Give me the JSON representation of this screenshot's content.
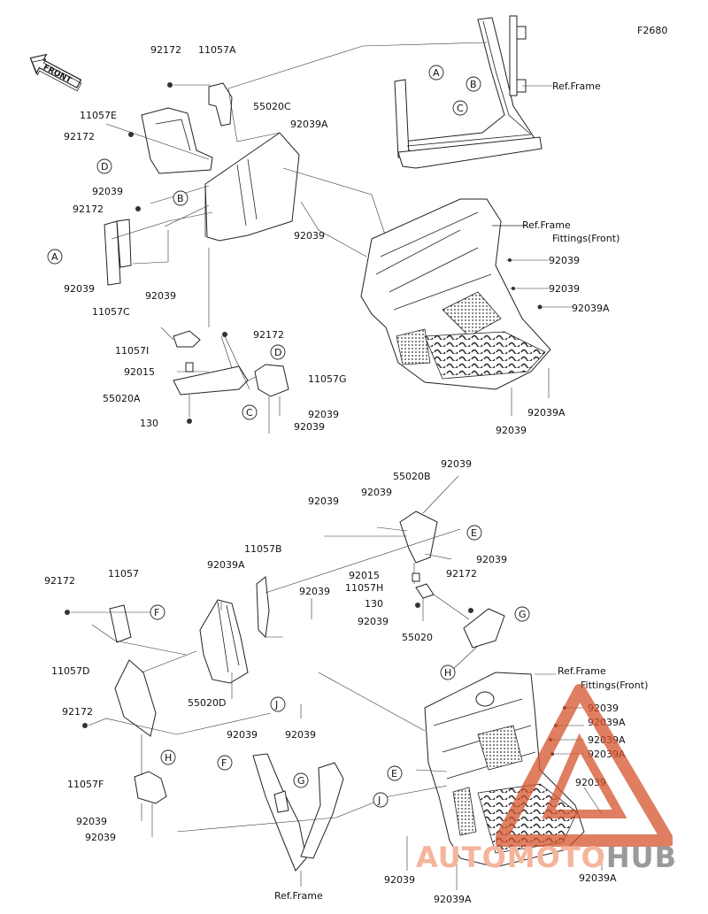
{
  "figure_code": "F2680",
  "front_label": "FRONT",
  "watermark": {
    "part1": "AUTOMOTO",
    "part2": "HUB"
  },
  "top": {
    "labels": {
      "l92172_a": "92172",
      "l11057A": "11057A",
      "l55020C": "55020C",
      "l92039A_a": "92039A",
      "l11057E": "11057E",
      "l92172_b": "92172",
      "l92039_a": "92039",
      "l92172_c": "92172",
      "l92039_b": "92039",
      "l92039_c": "92039",
      "l11057C": "11057C",
      "l92039_d": "92039",
      "l11057I": "11057I",
      "l92015": "92015",
      "l55020A": "55020A",
      "l130": "130",
      "l92172_d": "92172",
      "l11057G": "11057G",
      "l92039_e": "92039",
      "l92039_f": "92039",
      "l92039_g": "92039",
      "l92039_h": "92039",
      "l92039A_b": "92039A",
      "l92039A_c": "92039A",
      "l92039_i": "92039",
      "ref_frame": "Ref.Frame",
      "ref_fittings_1": "Ref.Frame",
      "ref_fittings_2": "Fittings(Front)"
    },
    "circles": {
      "A1": "A",
      "B1": "B",
      "C1": "C",
      "A2": "A",
      "B2": "B",
      "C2": "C",
      "D1": "D",
      "D2": "D"
    }
  },
  "bottom": {
    "labels": {
      "l92039_1": "92039",
      "l55020B": "55020B",
      "l92039_2": "92039",
      "l92039_3": "92039",
      "l11057B": "11057B",
      "l92039_4": "92039",
      "l92015": "92015",
      "l92172_1": "92172",
      "l11057H": "11057H",
      "l130": "130",
      "l92039_5": "92039",
      "l55020": "55020",
      "l92039A_1": "92039A",
      "l92039_6": "92039",
      "l92172_2": "92172",
      "l11057": "11057",
      "l11057D": "11057D",
      "l92172_3": "92172",
      "l55020D": "55020D",
      "l92039_7": "92039",
      "l92039_8": "92039",
      "l11057F": "11057F",
      "l92039_9": "92039",
      "l92039_10": "92039",
      "ref_fittings_1": "Ref.Frame",
      "ref_fittings_2": "Fittings(Front)",
      "l92039_11": "92039",
      "l92039A_2": "92039A",
      "l92039A_3": "92039A",
      "l92039A_4": "92039A",
      "l92039_12": "92039",
      "l92039_13": "92039",
      "l92039A_5": "92039A",
      "l92039A_6": "92039A",
      "ref_frame": "Ref.Frame"
    },
    "circles": {
      "E1": "E",
      "E2": "E",
      "F1": "F",
      "F2": "F",
      "G1": "G",
      "G2": "G",
      "H1": "H",
      "H2": "H",
      "J1": "J",
      "J2": "J"
    }
  }
}
